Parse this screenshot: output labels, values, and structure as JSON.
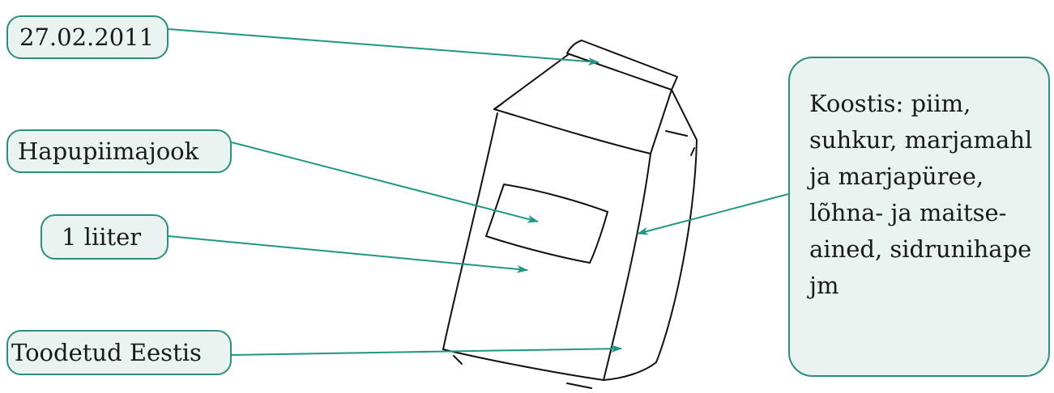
{
  "labels": {
    "date": "27.02.2011",
    "product_name": "Hapupiimajook",
    "volume": "1 liiter",
    "origin": "Toodetud Eestis",
    "ingredients": "Koostis: piim,\nsuhkur, marjamahl\nja marjapüree,\nlõhna- ja maitse-\nained, sidrunihape\njm"
  },
  "colors": {
    "label_fill": "#e9f3ef",
    "label_border": "#2a8f7e",
    "arrow": "#1f9784",
    "sketch": "#111111"
  }
}
